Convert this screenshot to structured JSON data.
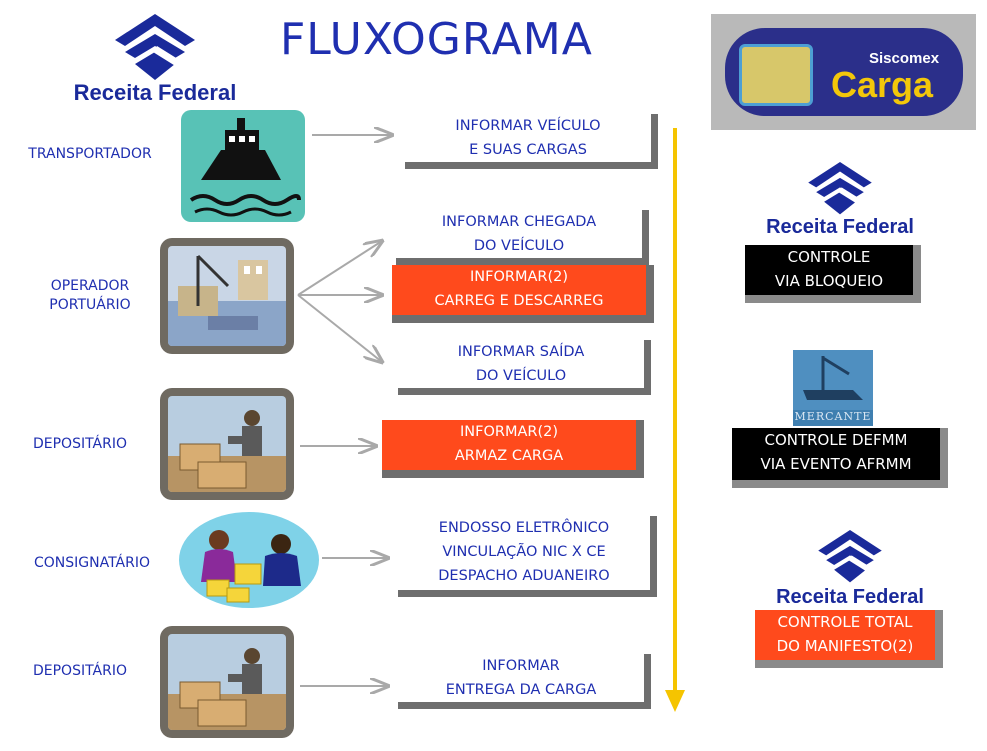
{
  "title": "FLUXOGRAMA",
  "logo": {
    "text": "Receita Federal"
  },
  "siscomex": {
    "top": "Siscomex",
    "bottom": "Carga"
  },
  "actors": [
    {
      "label": "TRANSPORTADOR"
    },
    {
      "label_lines": [
        "OPERADOR",
        "PORTUÁRIO"
      ]
    },
    {
      "label": "DEPOSITÁRIO"
    },
    {
      "label": "CONSIGNATÁRIO"
    },
    {
      "label": "DEPOSITÁRIO"
    }
  ],
  "boxes": [
    {
      "lines": [
        "INFORMAR VEÍCULO",
        "E SUAS CARGAS"
      ],
      "style": "plain"
    },
    {
      "lines": [
        "INFORMAR CHEGADA",
        "DO VEÍCULO"
      ],
      "style": "plain"
    },
    {
      "lines": [
        "INFORMAR(2)",
        "CARREG E DESCARREG"
      ],
      "style": "red"
    },
    {
      "lines": [
        "INFORMAR SAÍDA",
        "DO VEÍCULO"
      ],
      "style": "plain"
    },
    {
      "lines": [
        "INFORMAR(2)",
        "ARMAZ CARGA"
      ],
      "style": "red"
    },
    {
      "lines": [
        "ENDOSSO ELETRÔNICO",
        "VINCULAÇÃO NIC X CE",
        "DESPACHO ADUANEIRO"
      ],
      "style": "plain"
    },
    {
      "lines": [
        "INFORMAR",
        "ENTREGA DA CARGA"
      ],
      "style": "plain"
    }
  ],
  "controls": [
    {
      "logo": "Receita Federal",
      "lines": [
        "CONTROLE",
        "VIA BLOQUEIO"
      ],
      "style": "black"
    },
    {
      "logo": "MERCANTE",
      "lines": [
        "CONTROLE DEFMM",
        "VIA EVENTO AFRMM"
      ],
      "style": "black"
    },
    {
      "logo": "Receita Federal",
      "lines": [
        "CONTROLE TOTAL",
        "DO MANIFESTO(2)"
      ],
      "style": "orange"
    }
  ],
  "colors": {
    "accent_blue": "#1f2fb0",
    "red_box": "#ff4a1c",
    "timeline": "#f5c400",
    "arrow_gray": "#a9a9a9"
  }
}
